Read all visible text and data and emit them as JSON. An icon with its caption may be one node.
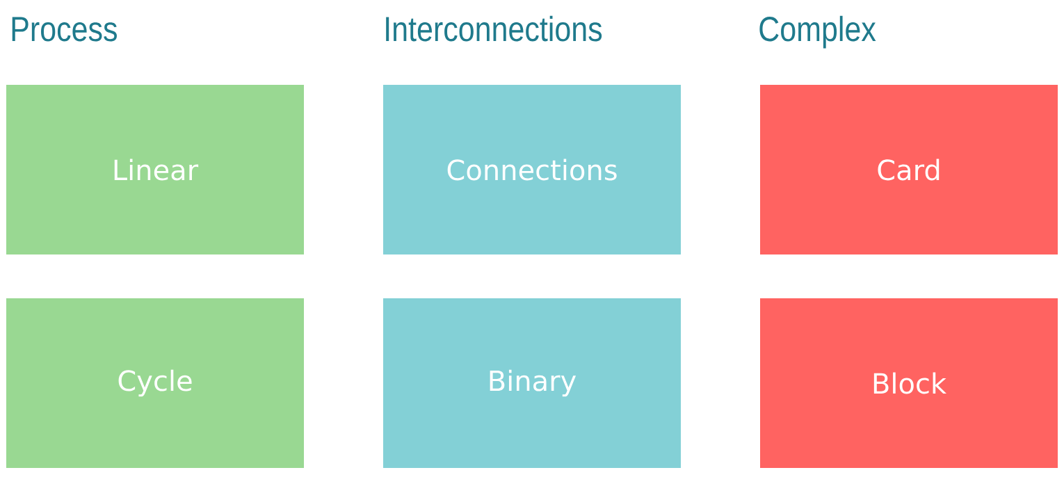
{
  "diagram": {
    "nodes": [
      {
        "text": [
          "Linear"
        ]
      },
      {
        "text": [
          "Connections"
        ]
      },
      {
        "text": [
          "Card"
        ]
      },
      {
        "text": [
          "Cycle"
        ]
      },
      {
        "text": [
          "Binary"
        ]
      },
      {
        "text": [
          "Block"
        ]
      }
    ],
    "labels": [
      "Process",
      "Interconnections",
      "Complex"
    ]
  }
}
